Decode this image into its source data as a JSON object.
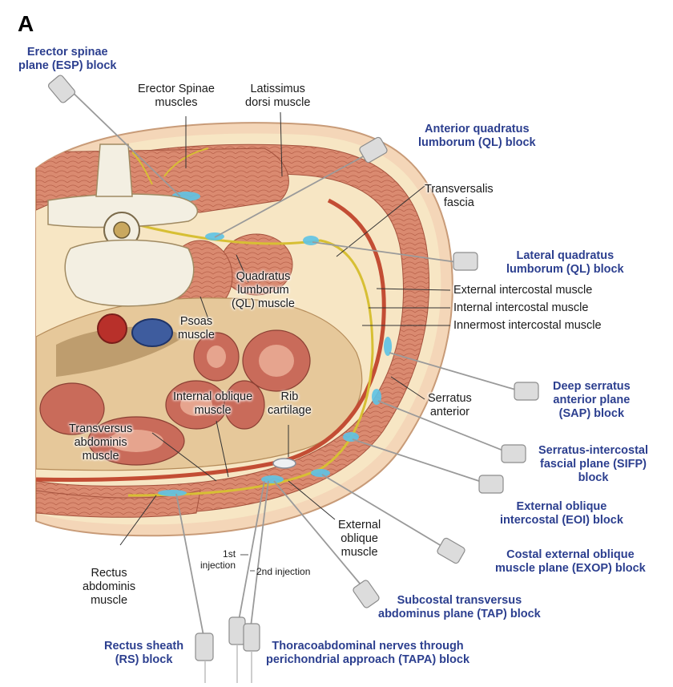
{
  "panel_letter": "A",
  "colors": {
    "muscle": "#d9826b",
    "muscle_dark": "#b35a46",
    "fat": "#f6e2bf",
    "skin": "#f2c9a8",
    "bone": "#f3efe2",
    "nerve": "#d6bf3a",
    "fascia_blue": "#5ec3e6",
    "block_label": "#2c3f8f",
    "needle": "#9a9a9a"
  },
  "anatomy_labels": {
    "erector_spinae": "Erector Spinae\nmuscles",
    "latissimus": "Latissimus\ndorsi muscle",
    "transversalis": "Transversalis\nfascia",
    "quadratus": "Quadratus\nlumborum\n(QL) muscle",
    "psoas": "Psoas\nmuscle",
    "external_intercostal": "External intercostal muscle",
    "internal_intercostal": "Internal intercostal muscle",
    "innermost_intercostal": "Innermost intercostal muscle",
    "serratus": "Serratus\nanterior",
    "internal_oblique": "Internal oblique\nmuscle",
    "rib_cartilage": "Rib\ncartilage",
    "transversus": "Transversus\nabdominis\nmuscle",
    "external_oblique": "External\noblique\nmuscle",
    "rectus": "Rectus\nabdominis\nmuscle",
    "first_injection": "1st\ninjection",
    "second_injection": "2nd injection"
  },
  "block_labels": {
    "esp": "Erector spinae\nplane (ESP) block",
    "anterior_ql": "Anterior quadratus\nlumborum (QL) block",
    "lateral_ql": "Lateral quadratus\nlumborum (QL) block",
    "sap": "Deep serratus\nanterior plane\n(SAP) block",
    "sifp": "Serratus-intercostal\nfascial plane (SIFP)\nblock",
    "eoi": "External oblique\nintercostal (EOI) block",
    "exop": "Costal external oblique\nmuscle plane (EXOP) block",
    "tap": "Subcostal transversus\nabdominus plane (TAP) block",
    "rs": "Rectus sheath\n(RS) block",
    "tapa": "Thoracoabdominal nerves through\nperichondrial approach (TAPA) block"
  }
}
